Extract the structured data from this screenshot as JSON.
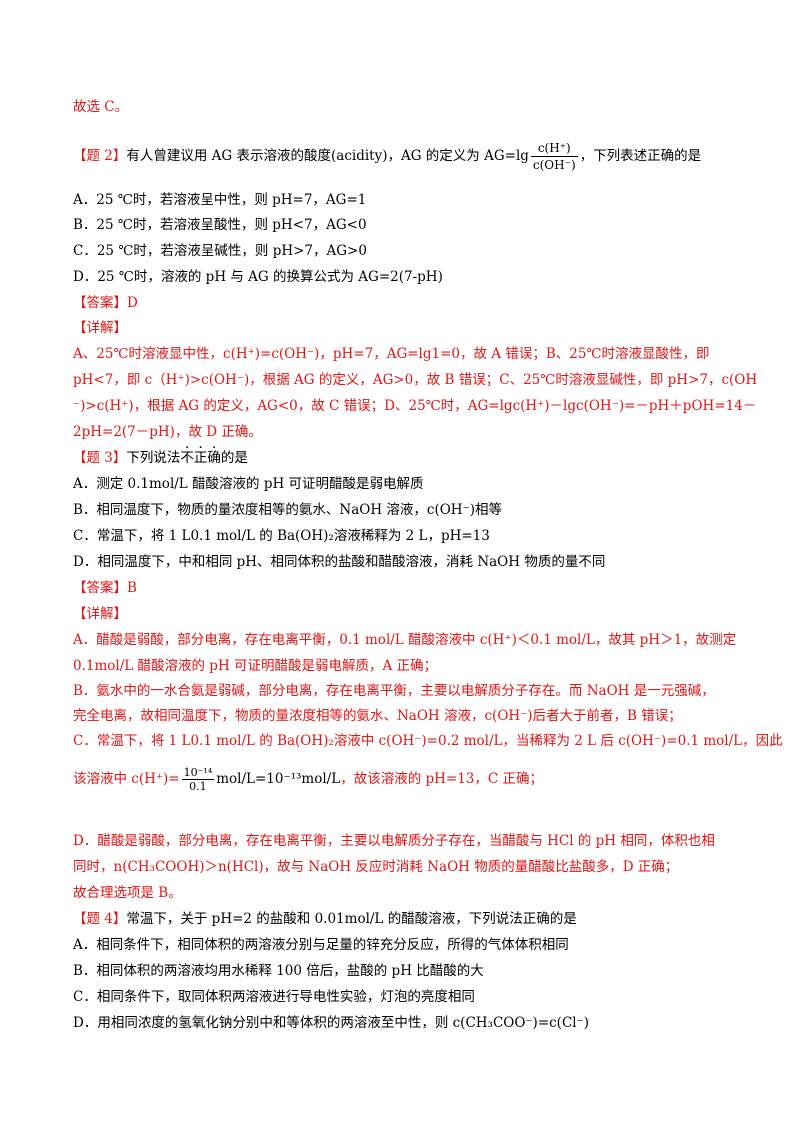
{
  "prev": {
    "text": "故选 C。"
  },
  "q2": {
    "tag": "【题 2】",
    "stem_pre": "有人曾建议用 AG 表示溶液的酸度(acidity)，AG 的定义为 AG=lg",
    "frac_num": "c(H⁺)",
    "frac_den": "c(OH⁻)",
    "stem_post": "，下列表述正确的是",
    "options": [
      "A．25 ℃时，若溶液呈中性，则 pH=7，AG=1",
      "B．25 ℃时，若溶液呈酸性，则 pH<7，AG<0",
      "C．25 ℃时，若溶液呈碱性，则 pH>7，AG>0",
      "D．25 ℃时，溶液的 pH 与 AG 的换算公式为 AG=2(7-pH)"
    ],
    "answer_tag": "【答案】",
    "answer": "D",
    "detail_tag": "【详解】",
    "detail": [
      "A、25℃时溶液显中性，c(H⁺)=c(OH⁻)，pH=7，AG=lg1=0，故 A 错误；B、25℃时溶液显酸性，即",
      "pH<7，即 c（H⁺)>c(OH⁻)，根据 AG 的定义，AG>0，故 B 错误；C、25℃时溶液显碱性，即 pH>7，c(OH",
      "⁻)>c(H⁺)，根据 AG 的定义，AG<0，故 C 错误；D、25℃时，AG=lgc(H⁺)－lgc(OH⁻)=－pH＋pOH=14－",
      "2pH=2(7－pH)，故 D 正确。"
    ]
  },
  "q3": {
    "tag": "【题 3】",
    "stem_a": "下列说法",
    "stem_b": "不",
    "stem_c": "正",
    "stem_d": "确",
    "stem_e": "的是",
    "options": [
      "A．测定 0.1mol/L 醋酸溶液的 pH 可证明醋酸是弱电解质",
      "B．相同温度下，物质的量浓度相等的氨水、NaOH 溶液，c(OH⁻)相等",
      "C．常温下，将 1 L0.1 mol/L 的 Ba(OH)₂溶液稀释为 2 L，pH=13",
      "D．相同温度下，中和相同 pH、相同体积的盐酸和醋酸溶液，消耗 NaOH 物质的量不同"
    ],
    "answer_tag": "【答案】",
    "answer": "B",
    "detail_tag": "【详解】",
    "detail_a1": "A．醋酸是弱酸，部分电离，存在电离平衡，0.1 mol/L 醋酸溶液中 c(H⁺)＜0.1 mol/L，故其 pH＞1，故测定",
    "detail_a2": "0.1mol/L 醋酸溶液的 pH 可证明醋酸是弱电解质，A 正确；",
    "detail_b1": "B．氨水中的一水合氨是弱碱，部分电离，存在电离平衡，主要以电解质分子存在。而 NaOH 是一元强碱，",
    "detail_b2": "完全电离，故相同温度下，物质的量浓度相等的氨水、NaOH 溶液，c(OH⁻)后者大于前者，B 错误；",
    "detail_c1": "C．常温下，将 1 L0.1 mol/L 的 Ba(OH)₂溶液中 c(OH⁻)=0.2 mol/L，当稀释为 2 L 后 c(OH⁻)=0.1 mol/L，因此",
    "detail_c2_pre": "该溶液中 c(H⁺)=",
    "detail_c2_num": "10⁻¹⁴",
    "detail_c2_den": "0.1",
    "detail_c2_mid": "mol/L=10⁻¹³mol/L",
    "detail_c2_post": "，故该溶液的 pH=13，C 正确；",
    "detail_d1": "D．醋酸是弱酸，部分电离，存在电离平衡，主要以电解质分子存在，当醋酸与 HCl 的 pH 相同，体积也相",
    "detail_d2": "同时，n(CH₃COOH)＞n(HCl)，故与 NaOH 反应时消耗 NaOH 物质的量醋酸比盐酸多，D 正确；",
    "conclusion": "故合理选项是 B。"
  },
  "q4": {
    "tag": "【题 4】",
    "stem": "常温下，关于 pH=2 的盐酸和 0.01mol/L 的醋酸溶液，下列说法正确的是",
    "options": [
      "A．相同条件下，相同体积的两溶液分别与足量的锌充分反应，所得的气体体积相同",
      "B．相同体积的两溶液均用水稀释 100 倍后，盐酸的 pH 比醋酸的大",
      "C．相同条件下，取同体积两溶液进行导电性实验，灯泡的亮度相同",
      "D．用相同浓度的氢氧化钠分别中和等体积的两溶液至中性，则 c(CH₃COO⁻)=c(Cl⁻)"
    ]
  }
}
